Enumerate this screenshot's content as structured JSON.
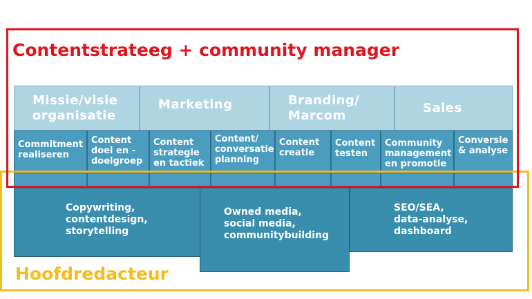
{
  "titles": {
    "top": "Contentstrateeg + community manager",
    "bottom": "Hoofdredacteur"
  },
  "top_row": [
    {
      "lines": [
        "Missie/visie",
        "organisatie"
      ]
    },
    {
      "lines": [
        "Marketing"
      ]
    },
    {
      "lines": [
        "Branding/",
        "Marcom"
      ]
    },
    {
      "lines": [
        "Sales"
      ]
    }
  ],
  "middle_row": [
    {
      "lines": [
        "Commitment",
        "realiseren"
      ]
    },
    {
      "lines": [
        "Content",
        "doel en -",
        "doelgroep"
      ]
    },
    {
      "lines": [
        "Content",
        "strategie",
        "en tactiek"
      ]
    },
    {
      "lines": [
        "Content/",
        "conversatie",
        "planning"
      ]
    },
    {
      "lines": [
        "Content",
        "creatie"
      ]
    },
    {
      "lines": [
        "Content",
        "testen"
      ]
    },
    {
      "lines": [
        "Community",
        "management",
        "en promotie"
      ]
    },
    {
      "lines": [
        "Conversie",
        "& analyse"
      ]
    }
  ],
  "bottom_boxes": [
    {
      "lines": [
        "Copywriting,",
        "contentdesign,",
        "storytelling"
      ]
    },
    {
      "lines": [
        "Owned media,",
        "social media,",
        "communitybuilding"
      ]
    },
    {
      "lines": [
        "SEO/SEA,",
        "data-analyse,",
        "dashboard"
      ]
    }
  ],
  "colors": {
    "red_frame": "#e0141c",
    "yellow_frame": "#f4bc1c",
    "top_row": "#afd5e3",
    "middle_row": "#4b9dc0",
    "bottom_boxes": "#3a8ead"
  }
}
